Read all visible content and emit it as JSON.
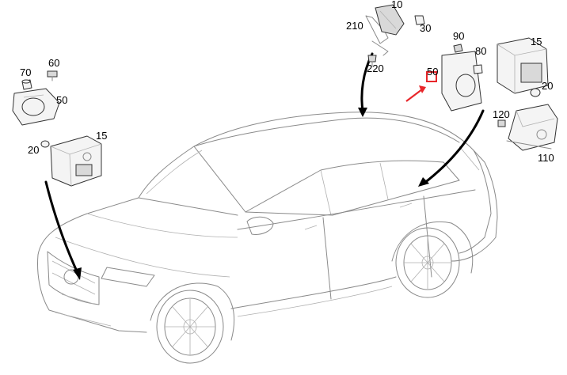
{
  "part_labels": {
    "p10": "10",
    "p30": "30",
    "p210": "210",
    "p220": "220",
    "p90": "90",
    "p15_right": "15",
    "p80": "80",
    "p50_right": "50",
    "p20_right": "20",
    "p120": "120",
    "p110": "110",
    "p70": "70",
    "p60": "60",
    "p50_left": "50",
    "p15_left": "15",
    "p20_left": "20"
  },
  "colors": {
    "highlight": "#e8262a",
    "line": "#8a8a8a",
    "arrow": "#000000"
  }
}
